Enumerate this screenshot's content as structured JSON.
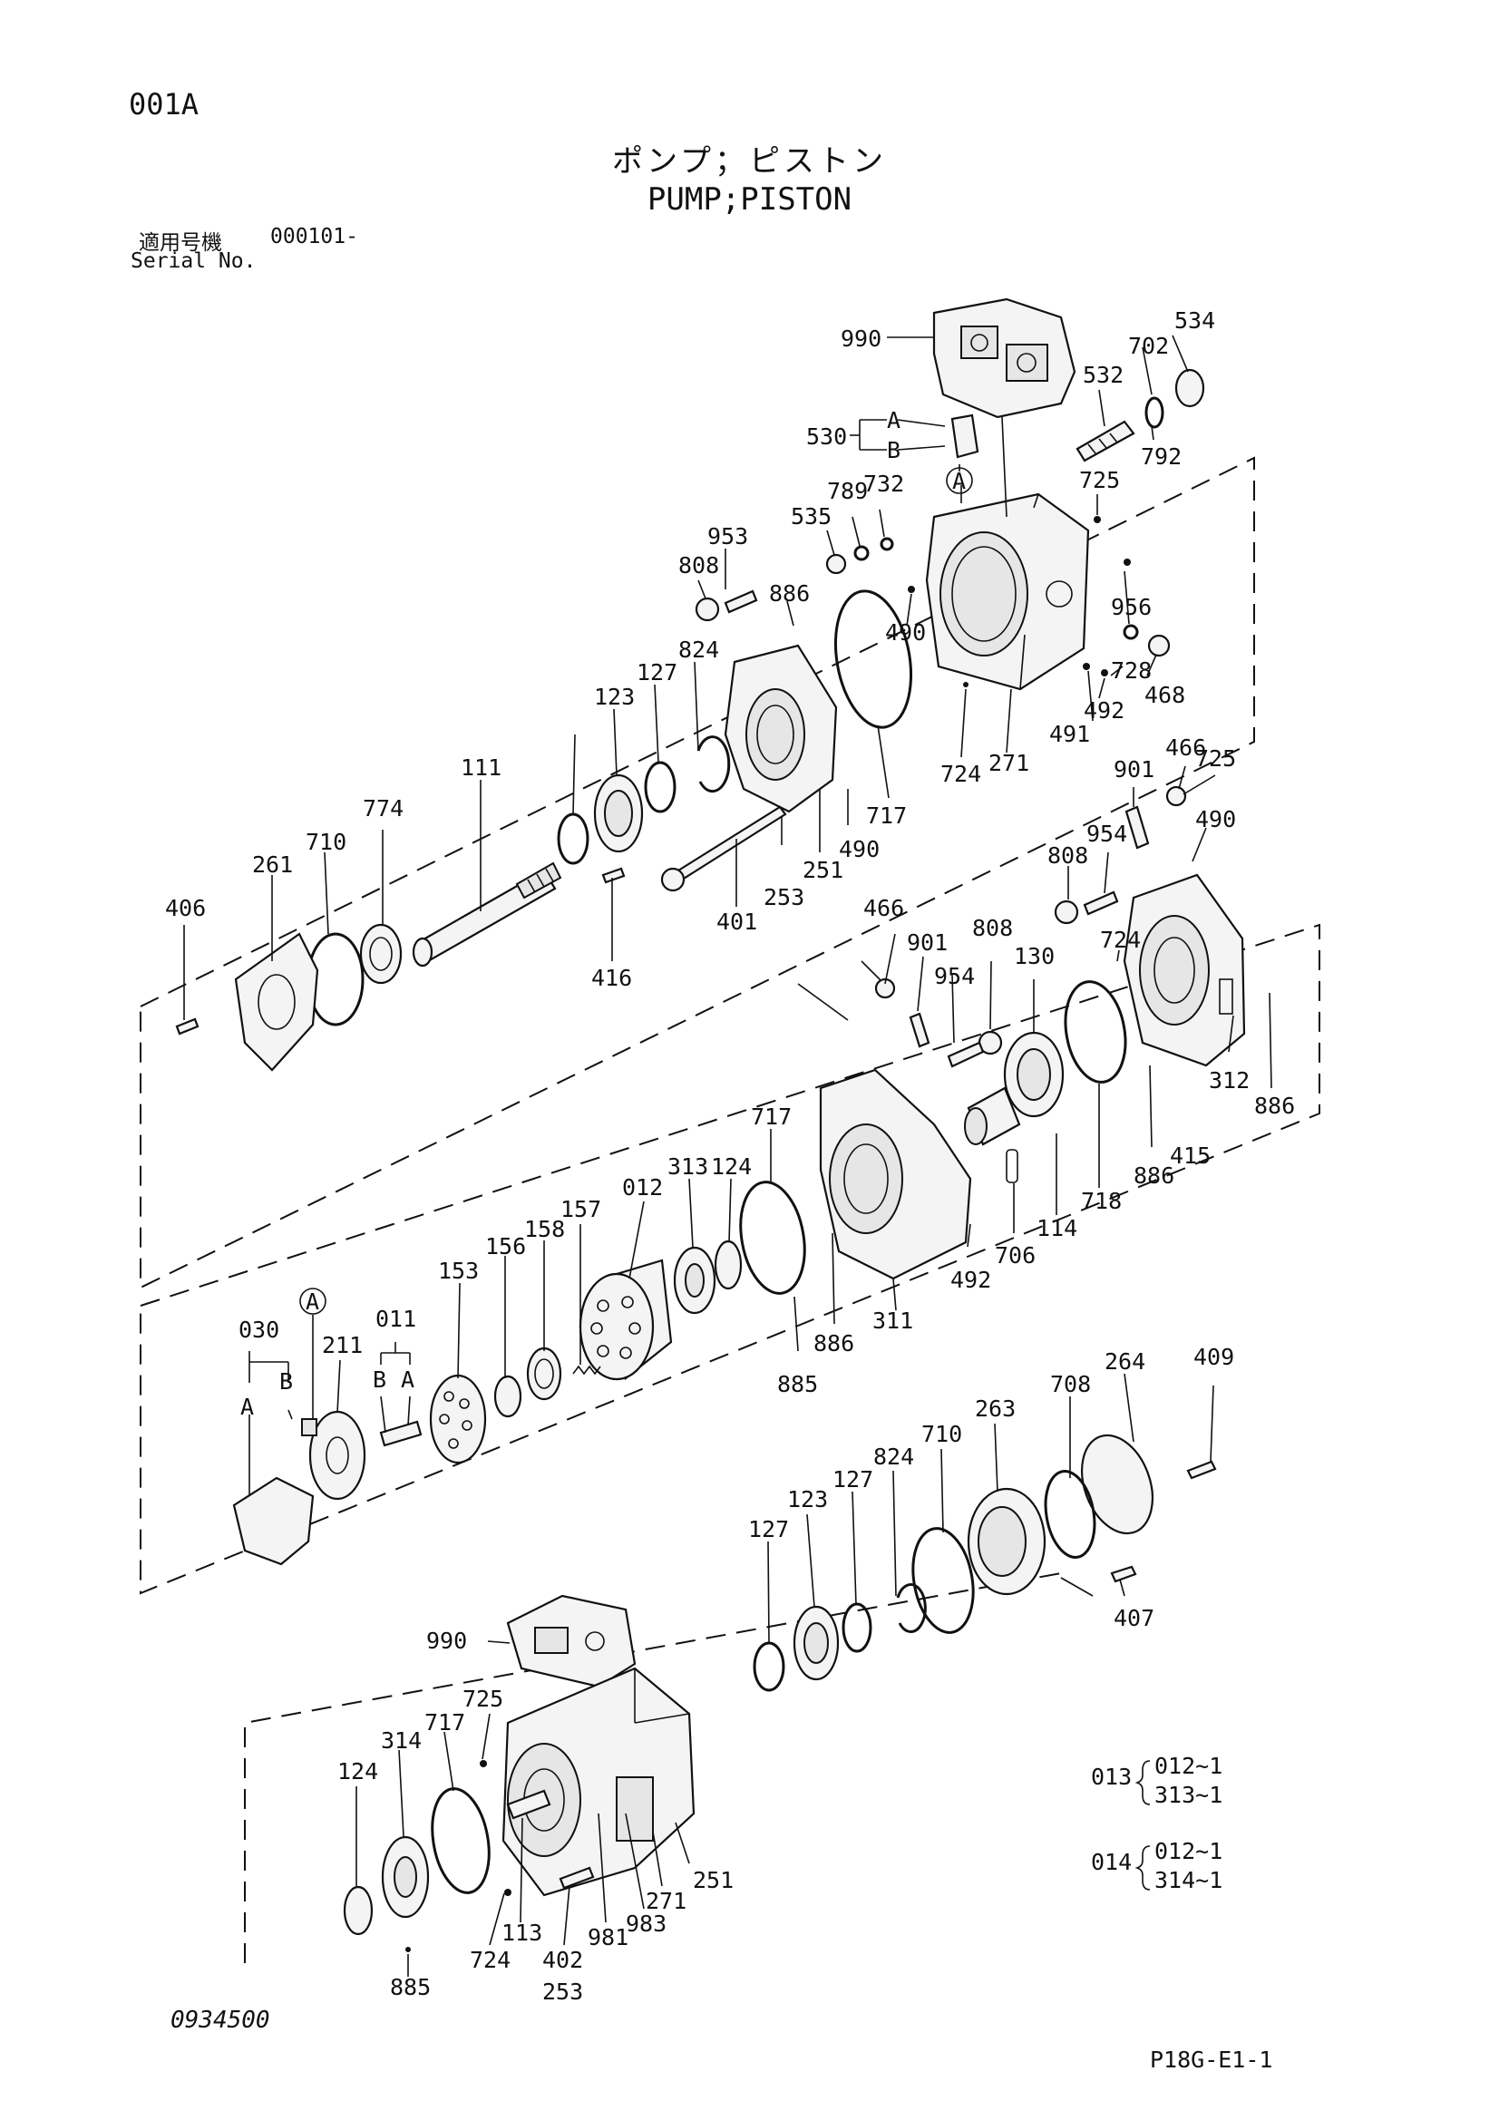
{
  "header": {
    "page_code": "001A",
    "title_jp": "ポンプ；ピストン",
    "title_en": "PUMP;PISTON",
    "serial_label_jp": "適用号機",
    "serial_number": "000101-",
    "serial_label_en": "Serial No."
  },
  "footer": {
    "drawing_number": "0934500",
    "page_reference": "P18G-E1-1"
  },
  "callouts": [
    "990",
    "534",
    "702",
    "532",
    "792",
    "530",
    "725",
    "535",
    "789",
    "732",
    "953",
    "808",
    "886",
    "956",
    "490",
    "728",
    "468",
    "492",
    "491",
    "824",
    "127",
    "123",
    "724",
    "271",
    "111",
    "717",
    "490",
    "253",
    "251",
    "401",
    "416",
    "774",
    "710",
    "261",
    "406",
    "466",
    "901",
    "954",
    "808",
    "130",
    "490",
    "725",
    "466",
    "901",
    "954",
    "808",
    "724",
    "312",
    "886",
    "415",
    "886",
    "718",
    "114",
    "706",
    "492",
    "717",
    "124",
    "313",
    "012",
    "157",
    "158",
    "156",
    "153",
    "030",
    "011",
    "211",
    "311",
    "886",
    "885",
    "264",
    "409",
    "708",
    "263",
    "710",
    "824",
    "127",
    "123",
    "127",
    "407",
    "990",
    "725",
    "717",
    "314",
    "124",
    "113",
    "724",
    "402",
    "253",
    "981",
    "983",
    "271",
    "251",
    "885"
  ],
  "group_markers": {
    "circle_A": "A",
    "bracket_530_A": "A",
    "bracket_530_B": "B",
    "bracket_030_A": "A",
    "bracket_030_B": "B",
    "bracket_011_B": "B",
    "bracket_011_A": "A"
  },
  "assemblies": [
    {
      "label": "013",
      "parts": [
        "012~1",
        "313~1"
      ]
    },
    {
      "label": "014",
      "parts": [
        "012~1",
        "314~1"
      ]
    }
  ]
}
